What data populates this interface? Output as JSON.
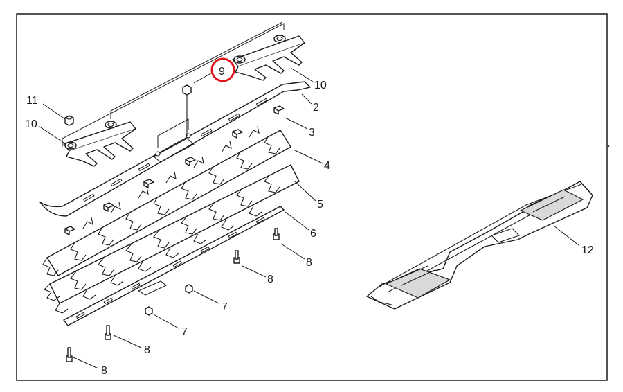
{
  "callouts": {
    "c9": "9",
    "c10_right": "10",
    "c2": "2",
    "c11": "11",
    "c10_left": "10",
    "c3": "3",
    "c4": "4",
    "c5": "5",
    "c6": "6",
    "c8_a": "8",
    "c8_b": "8",
    "c7_a": "7",
    "c7_b": "7",
    "c8_c": "8",
    "c8_d": "8",
    "c12": "12"
  },
  "highlight": {
    "target": "9",
    "color": "#e0141c"
  }
}
